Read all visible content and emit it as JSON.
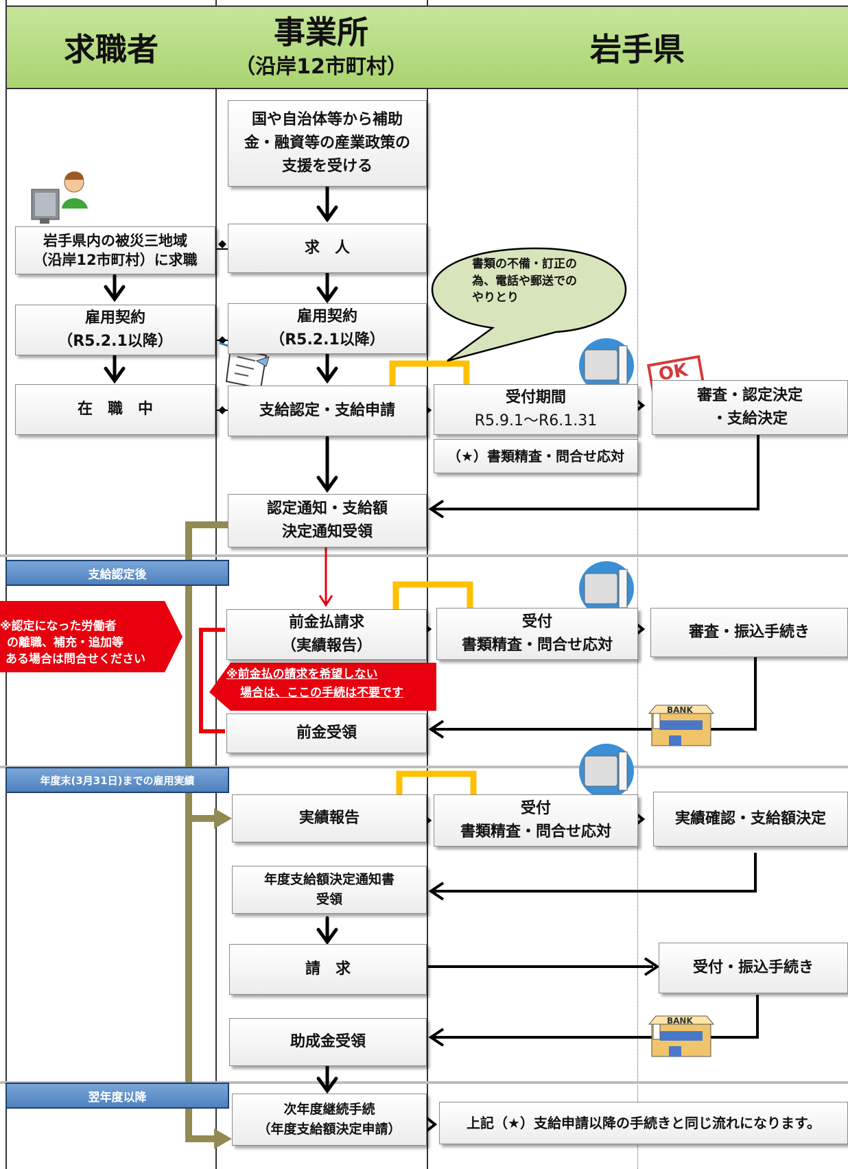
{
  "headers": {
    "col1": "求職者",
    "col2_line1": "事業所",
    "col2_line2": "（沿岸12市町村）",
    "col3": "岩手県"
  },
  "boxes": {
    "subsidy": [
      "国や自治体等から補助",
      "金・融資等の産業政策の",
      "支援を受ける"
    ],
    "job_search": [
      "岩手県内の被災三地域",
      "（沿岸12市町村）に求職"
    ],
    "job_offer": [
      "求　人"
    ],
    "contract_worker": [
      "雇用契約",
      "（R5.2.1以降）"
    ],
    "contract_employer": [
      "雇用契約",
      "（R5.2.1以降）"
    ],
    "employed": [
      "在　職　中"
    ],
    "apply": [
      "支給認定・支給申請"
    ],
    "reception_period": [
      "受付期間",
      "R5.9.1～R6.1.31"
    ],
    "doc_review1": [
      "（★）書類精査・問合せ応対"
    ],
    "review_decision": [
      "審査・認定決定",
      "・支給決定"
    ],
    "notice_received": [
      "認定通知・支給額",
      "決定通知受領"
    ],
    "advance_request": [
      "前金払請求",
      "（実績報告）"
    ],
    "reception2": [
      "受付",
      "書類精査・問合せ応対"
    ],
    "review_transfer": [
      "審査・振込手続き"
    ],
    "advance_received": [
      "前金受領"
    ],
    "results_report": [
      "実績報告"
    ],
    "reception3": [
      "受付",
      "書類精査・問合せ応対"
    ],
    "results_confirm": [
      "実績確認・支給額決定"
    ],
    "annual_notice": [
      "年度支給額決定通知書",
      "受領"
    ],
    "claim": [
      "請　求"
    ],
    "reception_transfer": [
      "受付・振込手続き"
    ],
    "grant_received": [
      "助成金受領"
    ],
    "next_year": [
      "次年度継続手続",
      "（年度支給額決定申請）"
    ],
    "same_flow": [
      "上記（★）支給申請以降の手続きと同じ流れになります。"
    ]
  },
  "bands": {
    "after_cert": "支給認定後",
    "fiscal_end": "年度末(3月31日)までの雇用実績",
    "next_fy": "翌年度以降"
  },
  "callouts": {
    "bubble": [
      "書類の不備・訂正の",
      "為、電話や郵送での",
      "やりとり"
    ],
    "worker_note": [
      "※認定になった労働者",
      "の離職、補充・追加等",
      "ある場合は問合せください"
    ],
    "advance_note": [
      "※前金払の請求を希望しない",
      "場合は、ここの手続は不要です"
    ]
  },
  "icons": {
    "bank_label": "BANK",
    "ok_label": "OK"
  },
  "colors": {
    "header_green": "#a9d46f",
    "band_blue": "#4f81bd",
    "note_red": "#e8000e",
    "olive_line": "#938953",
    "orange_arrow": "#ffc000"
  }
}
